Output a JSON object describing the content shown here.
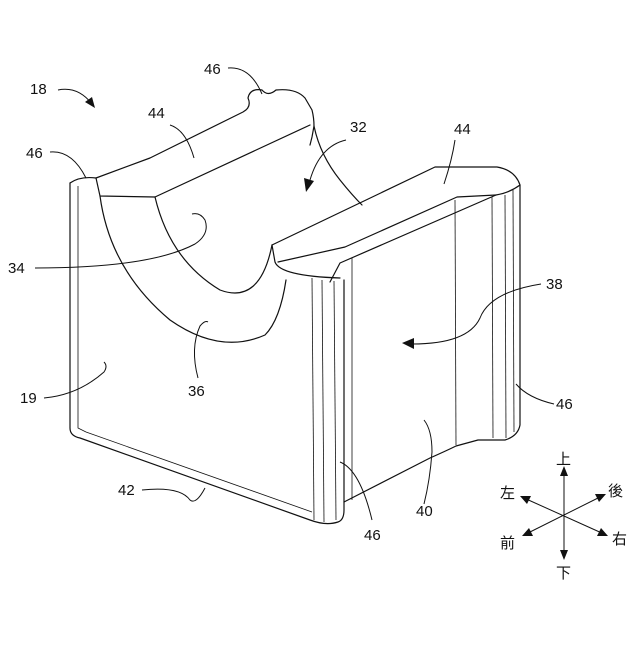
{
  "labels": {
    "n18": "18",
    "n46_top": "46",
    "n44_left": "44",
    "n32": "32",
    "n44_right": "44",
    "n46_left": "46",
    "n34": "34",
    "n38": "38",
    "n36": "36",
    "n19": "19",
    "n46_right": "46",
    "n42": "42",
    "n40": "40",
    "n46_bottom": "46"
  },
  "compass": {
    "up": "上",
    "down": "下",
    "left": "左",
    "right": "右",
    "front": "前",
    "back": "後"
  }
}
